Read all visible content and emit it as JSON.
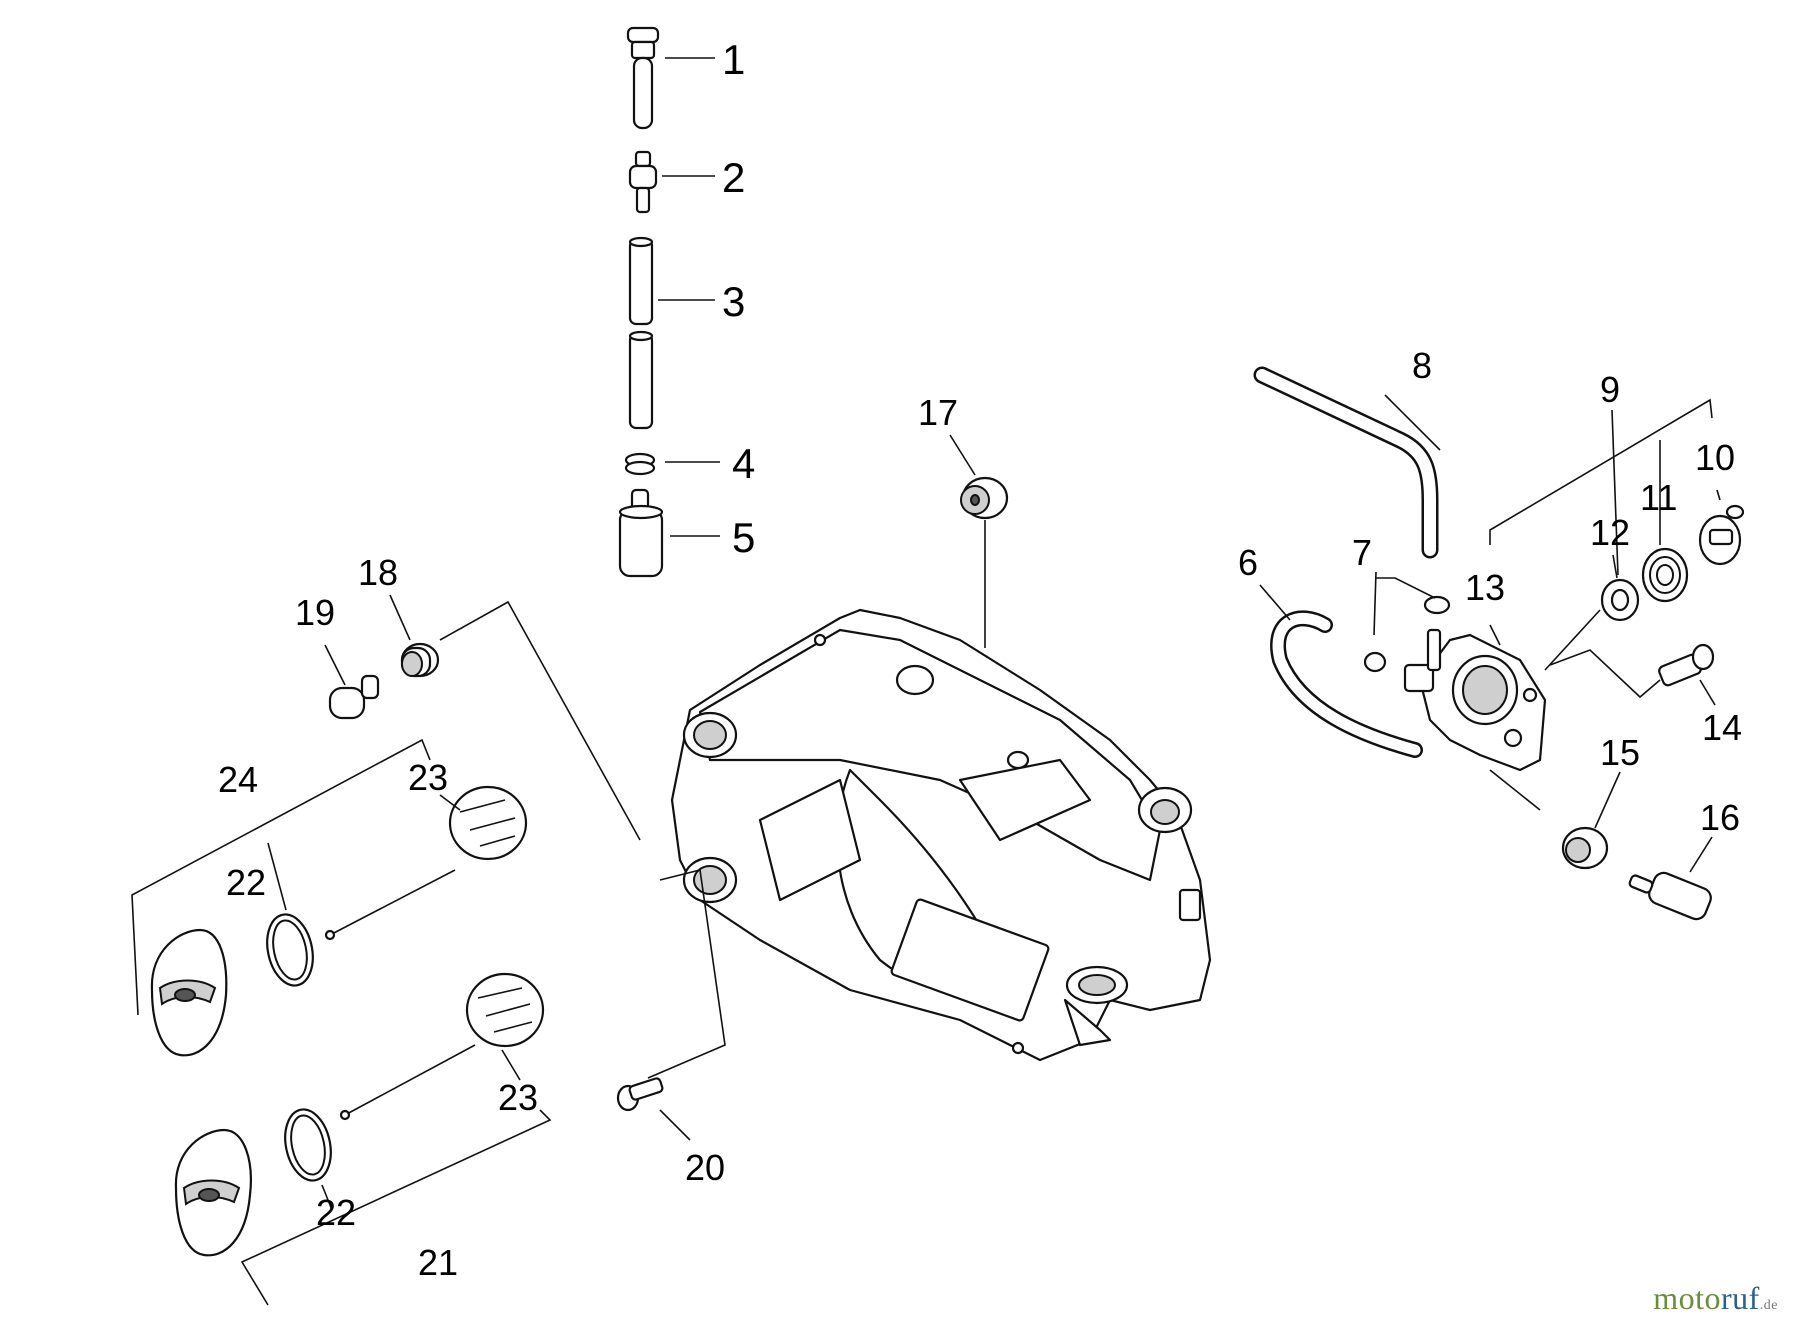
{
  "diagram": {
    "callouts": [
      "1",
      "2",
      "3",
      "4",
      "5",
      "6",
      "7",
      "8",
      "9",
      "10",
      "11",
      "12",
      "13",
      "14",
      "15",
      "16",
      "17",
      "18",
      "19",
      "20",
      "21",
      "22",
      "22",
      "23",
      "23",
      "24"
    ]
  },
  "watermark": {
    "part1": "moto",
    "part2": "ruf",
    "part3": ".de"
  }
}
